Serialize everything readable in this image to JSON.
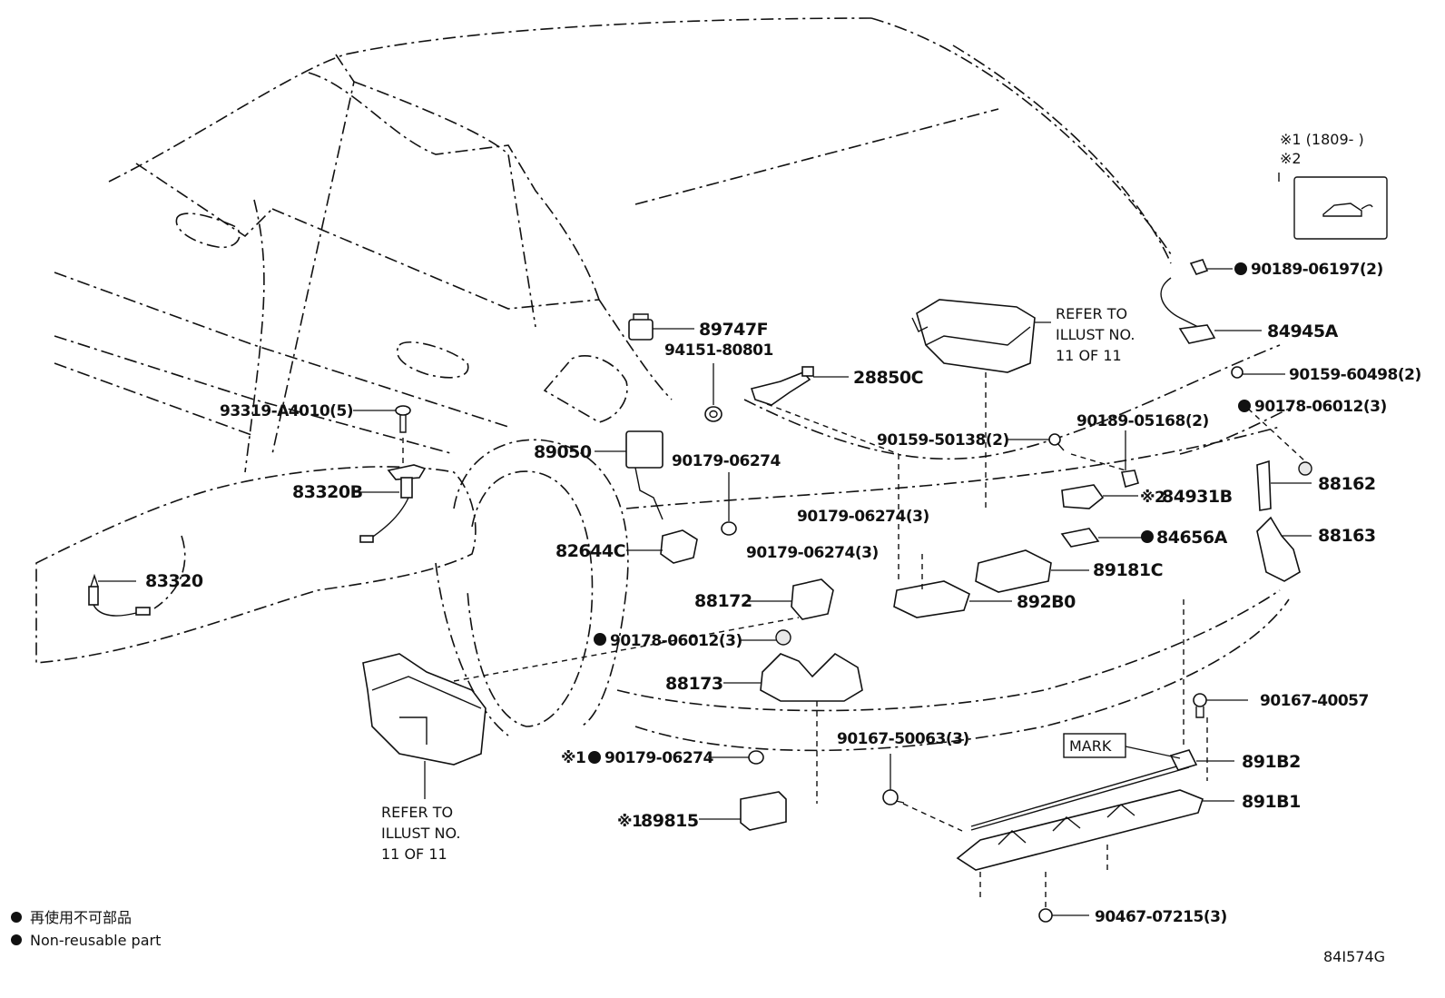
{
  "parts": {
    "p89747F": "89747F",
    "p94151": "94151-80801",
    "p28850C": "28850C",
    "p93319": "93319-A4010(5)",
    "p83320B": "83320B",
    "p83320": "83320",
    "p89050": "89050",
    "p90179a": "90179-06274",
    "p90179b": "90179-06274(3)",
    "p90179c": "90179-06274(3)",
    "p82644C": "82644C",
    "p88172": "88172",
    "p90178a": "90178-06012(3)",
    "p88173": "88173",
    "p90179d": "90179-06274",
    "p89815": "89815",
    "p90159a": "90159-50138(2)",
    "p90189a": "90189-05168(2)",
    "p84931B": "84931B",
    "p84656A": "84656A",
    "p89181C": "89181C",
    "p892B0": "892B0",
    "p90189b": "90189-06197(2)",
    "p84945A": "84945A",
    "p90159b": "90159-60498(2)",
    "p90178b": "90178-06012(3)",
    "p88162": "88162",
    "p88163": "88163",
    "p90167a": "90167-40057",
    "p90167b": "90167-50063(3)",
    "p891B2": "891B2",
    "p891B1": "891B1",
    "p90467": "90467-07215(3)"
  },
  "refer_center": [
    "REFER TO",
    "ILLUST NO.",
    "11 OF 11"
  ],
  "refer_left": [
    "REFER TO",
    "ILLUST NO.",
    "11 OF 11"
  ],
  "mark_label": "MARK",
  "note_marks": {
    "mark1": "※1",
    "mark2": "※2",
    "mark1_range": "※1 (1809-        )",
    "mark2_label": "※2"
  },
  "legend": {
    "jp": "再使用不可部品",
    "en": "Non-reusable part"
  },
  "code": "84I574G",
  "icons": [
    "non-reusable-dot-icon",
    "vehicle-silhouette-icon"
  ]
}
